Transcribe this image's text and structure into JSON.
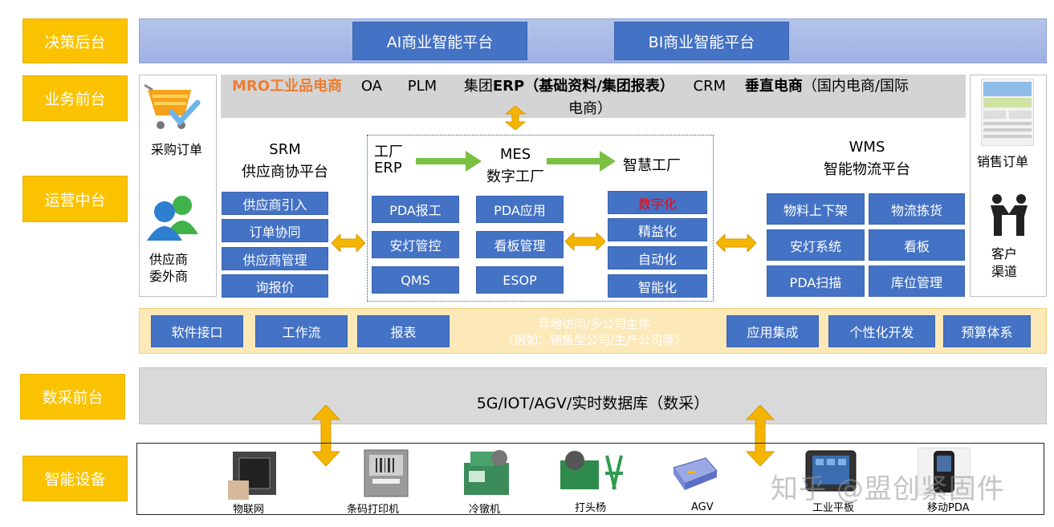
{
  "tiers": {
    "decision": "决策后台",
    "business": "业务前台",
    "operation": "运营中台",
    "data": "数采前台",
    "devices": "智能设备"
  },
  "decision_platforms": [
    "AI商业智能平台",
    "BI商业智能平台"
  ],
  "business_bar": {
    "mro": "MRO工业品电商",
    "oa": "OA",
    "plm": "PLM",
    "group_prefix": "集团",
    "erp_bold": "ERP（基础资料/集团报表）",
    "crm": "CRM",
    "vertical_bold": "垂直电商",
    "vertical_rest": "（国内电商/国际",
    "vertical_cont": "电商）"
  },
  "left_panel": {
    "purchase_order": "采购订单",
    "supplier_line1": "供应商",
    "supplier_line2": "委外商"
  },
  "right_panel": {
    "sales_order": "销售订单",
    "customer_line1": "客户",
    "customer_line2": "渠道"
  },
  "srm": {
    "title": "SRM",
    "subtitle": "供应商协平台",
    "items": [
      "供应商引入",
      "订单协同",
      "供应商管理",
      "询报价"
    ]
  },
  "factory": {
    "erp_line1": "工厂",
    "erp_line2": "ERP",
    "mes_line1": "MES",
    "mes_line2": "数字工厂",
    "smart": "智慧工厂",
    "col1": [
      "PDA报工",
      "安灯管控",
      "QMS"
    ],
    "col2": [
      "PDA应用",
      "看板管理",
      "ESOP"
    ],
    "col3": [
      "数字化",
      "精益化",
      "自动化",
      "智能化"
    ],
    "highlight_color": "#ff0000"
  },
  "wms": {
    "title": "WMS",
    "subtitle": "智能物流平台",
    "left": [
      "物料上下架",
      "安灯系统",
      "PDA扫描"
    ],
    "right": [
      "物流拣货",
      "看板",
      "库位管理"
    ]
  },
  "platform_bar": {
    "left": [
      "软件接口",
      "工作流",
      "报表"
    ],
    "center_line1": "异地访问/多公司主体",
    "center_line2": "（例如：销售型公司/生产公司等）",
    "right": [
      "应用集成",
      "个性化开发",
      "预算体系"
    ]
  },
  "data_bar": "5G/IOT/AGV/实时数据库（数采）",
  "devices": [
    "物联网",
    "条码打印机",
    "冷镦机",
    "打头杨",
    "AGV",
    "工业平板",
    "移动PDA"
  ],
  "watermark": "知乎 @盟创紧固件",
  "colors": {
    "tier_label": "#fbc200",
    "blue_button": "#4472c4",
    "arrow_orange": "#f5b400",
    "arrow_green": "#7ac143",
    "mro_orange": "#ed7d31"
  },
  "icons": [
    "shopping-cart-icon",
    "users-icon",
    "mobile-app-icon",
    "handshake-icon",
    "iot-chip-icon",
    "barcode-printer-icon",
    "cold-heading-machine-icon",
    "header-machine-icon",
    "agv-icon",
    "industrial-tablet-icon",
    "mobile-pda-icon"
  ]
}
